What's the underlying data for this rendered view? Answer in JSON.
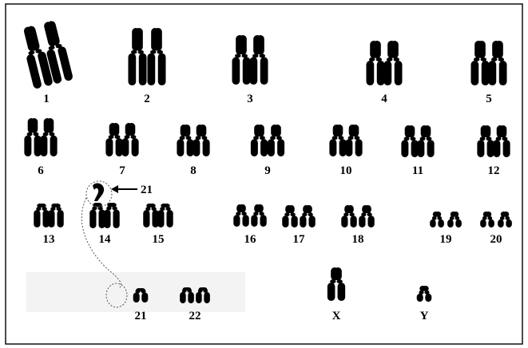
{
  "figure": {
    "colors": {
      "background": "#ffffff",
      "chromosome": "#000000",
      "border": "#000000",
      "shaded_box": "#f3f3f3",
      "callout": "#000000"
    },
    "chromosome_pairs": [
      {
        "label": "1"
      },
      {
        "label": "2"
      },
      {
        "label": "3"
      },
      {
        "label": "4"
      },
      {
        "label": "5"
      },
      {
        "label": "6"
      },
      {
        "label": "7"
      },
      {
        "label": "8"
      },
      {
        "label": "9"
      },
      {
        "label": "10"
      },
      {
        "label": "11"
      },
      {
        "label": "12"
      },
      {
        "label": "13"
      },
      {
        "label": "14"
      },
      {
        "label": "15"
      },
      {
        "label": "16"
      },
      {
        "label": "17"
      },
      {
        "label": "18"
      },
      {
        "label": "19"
      },
      {
        "label": "20"
      },
      {
        "label": "21"
      },
      {
        "label": "22"
      },
      {
        "label": "X"
      },
      {
        "label": "Y"
      }
    ],
    "translocation_annotation": {
      "label": "21",
      "arrow_icon": "left-arrow-icon",
      "connector": "dotted-curve"
    }
  }
}
